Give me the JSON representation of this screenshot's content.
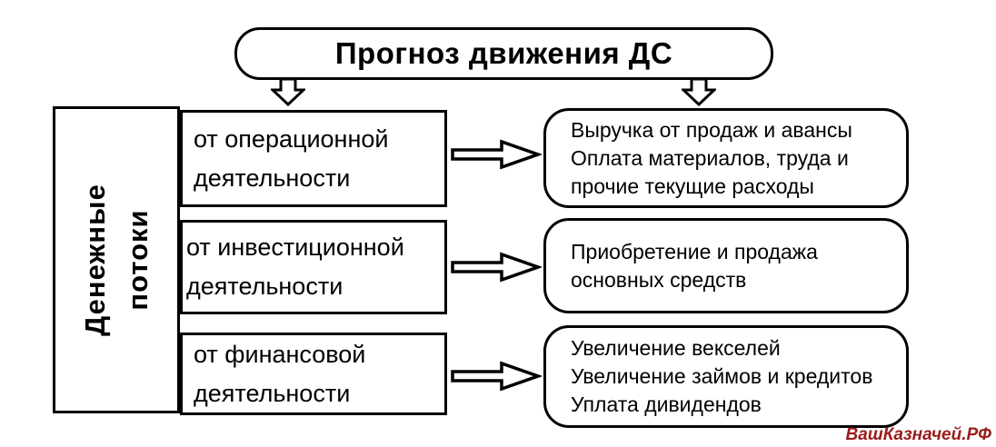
{
  "diagram": {
    "title": "Прогноз движения ДС",
    "side_label_lines": [
      "Денежные",
      "потоки"
    ],
    "rows": [
      {
        "source_lines": [
          "от операционной",
          "деятельности"
        ],
        "detail_lines": [
          "Выручка от продаж и авансы",
          "Оплата материалов, труда и",
          "прочие текущие расходы"
        ]
      },
      {
        "source_lines": [
          "от инвестиционной",
          "деятельности"
        ],
        "detail_lines": [
          "Приобретение и продажа",
          "основных средств"
        ]
      },
      {
        "source_lines": [
          "от финансовой",
          "деятельности"
        ],
        "detail_lines": [
          "Увеличение векселей",
          "Увеличение займов и кредитов",
          "Уплата дивидендов"
        ]
      }
    ],
    "watermark": "ВашКазначей.РФ",
    "colors": {
      "line": "#000000",
      "background": "#ffffff",
      "watermark": "#9b1c1c"
    }
  }
}
